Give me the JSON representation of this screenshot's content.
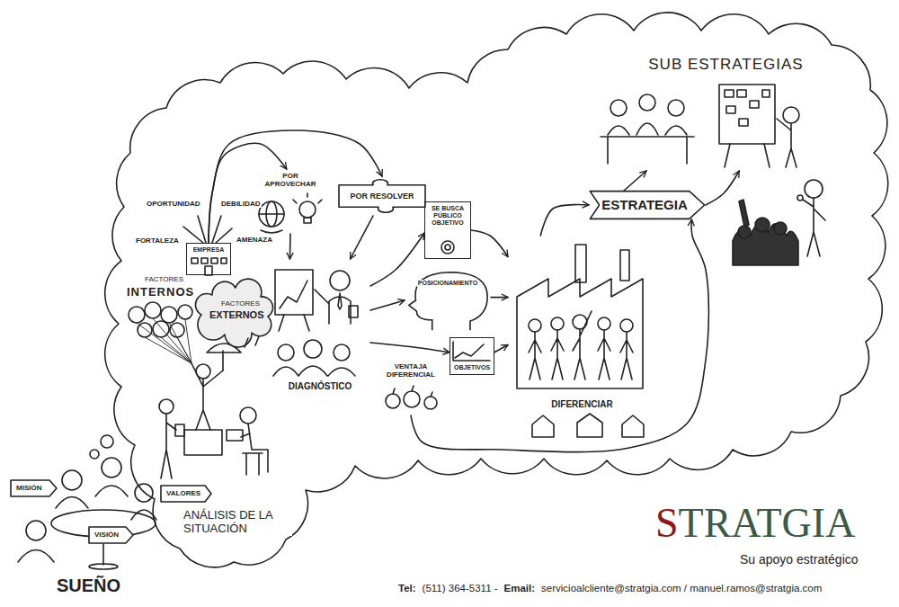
{
  "diagram": {
    "nodes": [
      {
        "text": [
          "EMPRESA"
        ]
      },
      {
        "text": [
          "POR APROVECHAR"
        ]
      },
      {
        "text": [
          "POR RESOLVER"
        ]
      },
      {
        "text": [
          "DIAGNÓSTICO"
        ]
      },
      {
        "text": [
          "SE BUSCA PÚBLICO OBJETIVO"
        ]
      },
      {
        "text": [
          "POSICIONAMIENTO"
        ]
      },
      {
        "text": [
          "OBJETIVOS"
        ]
      },
      {
        "text": [
          "VENTAJA DIFERENCIAL"
        ]
      },
      {
        "text": [
          "DIFERENCIAR"
        ]
      },
      {
        "text": [
          "ESTRATEGIA"
        ]
      },
      {
        "text": [
          "SUB ESTRATEGIAS"
        ]
      }
    ],
    "edges": [
      {
        "from": 0,
        "to": 1,
        "arrow": "to"
      },
      {
        "from": 0,
        "to": 2,
        "arrow": "to"
      },
      {
        "from": 1,
        "to": 3,
        "arrow": "to"
      },
      {
        "from": 2,
        "to": 3,
        "arrow": "to"
      },
      {
        "from": 3,
        "to": 4,
        "arrow": "to"
      },
      {
        "from": 4,
        "to": 8,
        "arrow": "to"
      },
      {
        "from": 3,
        "to": 5,
        "arrow": "to"
      },
      {
        "from": 5,
        "to": 8,
        "arrow": "to"
      },
      {
        "from": 3,
        "to": 6,
        "arrow": "to"
      },
      {
        "from": 6,
        "to": 8,
        "arrow": "to"
      },
      {
        "from": 7,
        "to": 9,
        "arrow": "to"
      },
      {
        "from": 8,
        "to": 9,
        "arrow": "to"
      },
      {
        "from": 9,
        "to": 10,
        "arrow": "to"
      },
      {
        "from": 9,
        "to": 10,
        "arrow": "to"
      }
    ],
    "labels": [
      "OPORTUNIDAD",
      "DEBILIDAD",
      "FORTALEZA",
      "AMENAZA",
      "FACTORES",
      "INTERNOS",
      "FACTORES",
      "EXTERNOS",
      "MISIÓN",
      "VISIÓN",
      "VALORES",
      "ANÁLISIS DE LA SITUACIÓN",
      "SUEÑO",
      "STRATGIA",
      "Su apoyo estratégico",
      "Tel:",
      "(511) 364-5311 -",
      "Email:",
      "servicioalcliente@stratgia.com / manuel.ramos@stratgia.com"
    ]
  }
}
